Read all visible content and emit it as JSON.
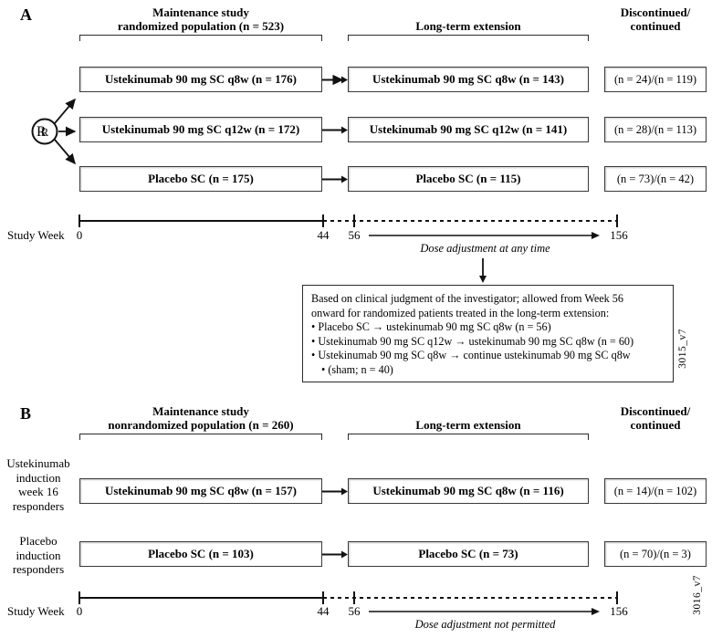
{
  "figure": {
    "panels": [
      {
        "letter": "A",
        "headers": {
          "maintenance": "Maintenance study\nrandomized population (n = 523)",
          "maintenance_line1": "Maintenance study",
          "maintenance_line2": "randomized population (n = 523)",
          "extension": "Long-term extension",
          "discontinued_line1": "Discontinued/",
          "discontinued_line2": "continued"
        },
        "randomization_node": "R",
        "rows": [
          {
            "maintenance": "Ustekinumab 90 mg SC q8w (n = 176)",
            "extension": "Ustekinumab 90 mg SC q8w (n = 143)",
            "discontinued": "(n = 24)/(n = 119)"
          },
          {
            "maintenance": "Ustekinumab 90 mg SC q12w (n = 172)",
            "extension": "Ustekinumab 90 mg SC q12w (n = 141)",
            "discontinued": "(n = 28)/(n = 113)"
          },
          {
            "maintenance": "Placebo SC (n = 175)",
            "extension": "Placebo SC (n = 115)",
            "discontinued": "(n = 73)/(n = 42)"
          }
        ],
        "timeline": {
          "label": "Study Week",
          "ticks": [
            "0",
            "44",
            "56",
            "156"
          ],
          "note": "Dose adjustment at any time"
        },
        "info": {
          "intro_line1": "Based on clinical judgment of the investigator; allowed from Week 56",
          "intro_line2": "onward for randomized patients treated in the long-term extension:",
          "bullets": [
            "Placebo SC → ustekinumab 90 mg SC q8w (n = 56)",
            "Ustekinumab 90 mg SC q12w → ustekinumab 90 mg SC q8w (n = 60)",
            "Ustekinumab 90 mg SC q8w → continue ustekinumab 90 mg SC q8w"
          ],
          "bullet3_cont": "(sham; n = 40)"
        },
        "code": "3015_v7"
      },
      {
        "letter": "B",
        "headers": {
          "maintenance_line1": "Maintenance study",
          "maintenance_line2": "nonrandomized population (n = 260)",
          "extension": "Long-term extension",
          "discontinued_line1": "Discontinued/",
          "discontinued_line2": "continued"
        },
        "side_labels": [
          "Ustekinumab\ninduction\nweek 16\nresponders",
          "Placebo\ninduction\nresponders"
        ],
        "side_labels_lines": [
          [
            "Ustekinumab",
            "induction",
            "week 16",
            "responders"
          ],
          [
            "Placebo",
            "induction",
            "responders"
          ]
        ],
        "rows": [
          {
            "maintenance": "Ustekinumab 90 mg SC q8w (n = 157)",
            "extension": "Ustekinumab 90 mg SC q8w (n = 116)",
            "discontinued": "(n = 14)/(n = 102)"
          },
          {
            "maintenance": "Placebo SC (n = 103)",
            "extension": "Placebo SC (n = 73)",
            "discontinued": "(n = 70)/(n = 3)"
          }
        ],
        "timeline": {
          "label": "Study Week",
          "ticks": [
            "0",
            "44",
            "56",
            "156"
          ],
          "note": "Dose adjustment not permitted"
        },
        "code": "3016_v7"
      }
    ],
    "colors": {
      "line": "#2b2b2b",
      "box_border": "#3a3a3a",
      "background": "#ffffff"
    }
  }
}
